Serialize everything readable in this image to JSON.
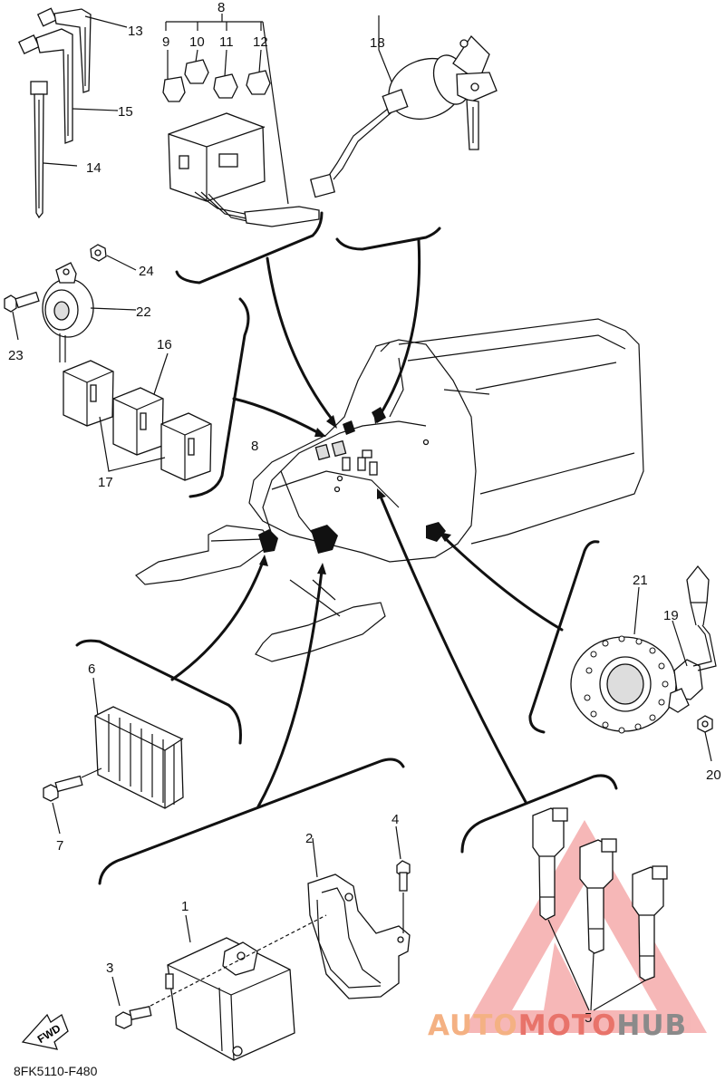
{
  "callouts": {
    "c1": "1",
    "c2": "2",
    "c3": "3",
    "c4": "4",
    "c5": "5",
    "c6": "6",
    "c7": "7",
    "c8_top": "8",
    "c8_mid": "8",
    "c9": "9",
    "c10": "10",
    "c11": "11",
    "c12": "12",
    "c13": "13",
    "c14": "14",
    "c15": "15",
    "c16": "16",
    "c17": "17",
    "c18": "18",
    "c19": "19",
    "c20": "20",
    "c21": "21",
    "c22": "22",
    "c23": "23",
    "c24": "24"
  },
  "fwd_label": "FWD",
  "diagram_code": "8FK5110-F480",
  "watermark": {
    "part1": "AUTO",
    "part2": "MOTO",
    "part3": "HUB"
  },
  "colors": {
    "line": "#111111",
    "watermark_orange": "#f4b183",
    "watermark_red": "#e8736a",
    "watermark_gray": "#8a8a8a",
    "watermark_triangle": "#f08a8a"
  }
}
